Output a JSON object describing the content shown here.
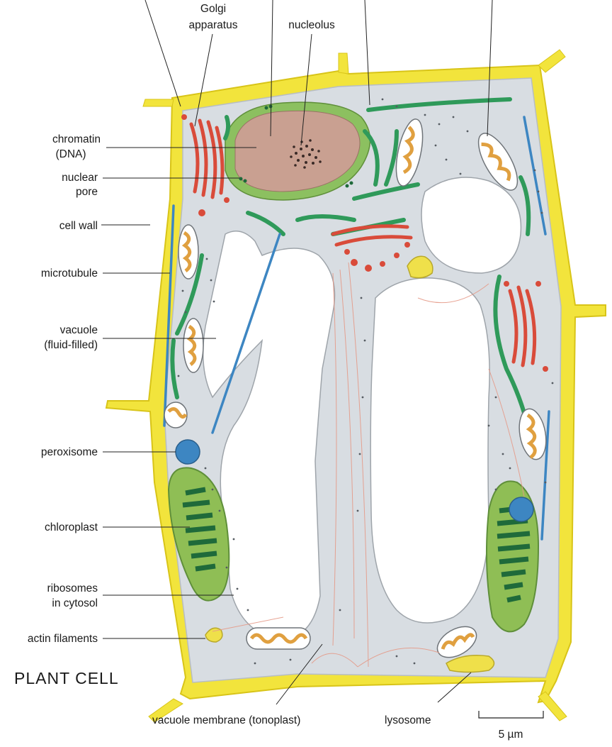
{
  "diagram": {
    "title": "PLANT CELL",
    "labels": {
      "golgi": [
        "Golgi",
        "apparatus"
      ],
      "nucleolus": "nucleolus",
      "chromatin": [
        "chromatin",
        "(DNA)"
      ],
      "nuclear_pore": [
        "nuclear",
        "pore"
      ],
      "cell_wall": "cell wall",
      "microtubule": "microtubule",
      "vacuole": [
        "vacuole",
        "(fluid-filled)"
      ],
      "peroxisome": "peroxisome",
      "chloroplast": "chloroplast",
      "ribosomes": [
        "ribosomes",
        "in cytosol"
      ],
      "actin": "actin filaments",
      "tonoplast": "vacuole membrane (tonoplast)",
      "lysosome": "lysosome"
    },
    "scale_bar": "5 µm"
  },
  "colors": {
    "cell_wall": "#f2e43c",
    "cytosol": "#d8dde2",
    "nucleus": "#c9a091",
    "nuclear_envelope": "#8cc060",
    "golgi": "#d94b3a",
    "er": "#2f9a5a",
    "mitochondrion": "#e0a040",
    "microtubule": "#3d86c2",
    "chloroplast": "#8fbe55",
    "thylakoid": "#1f6a3a",
    "lysosome": "#efe04a"
  }
}
